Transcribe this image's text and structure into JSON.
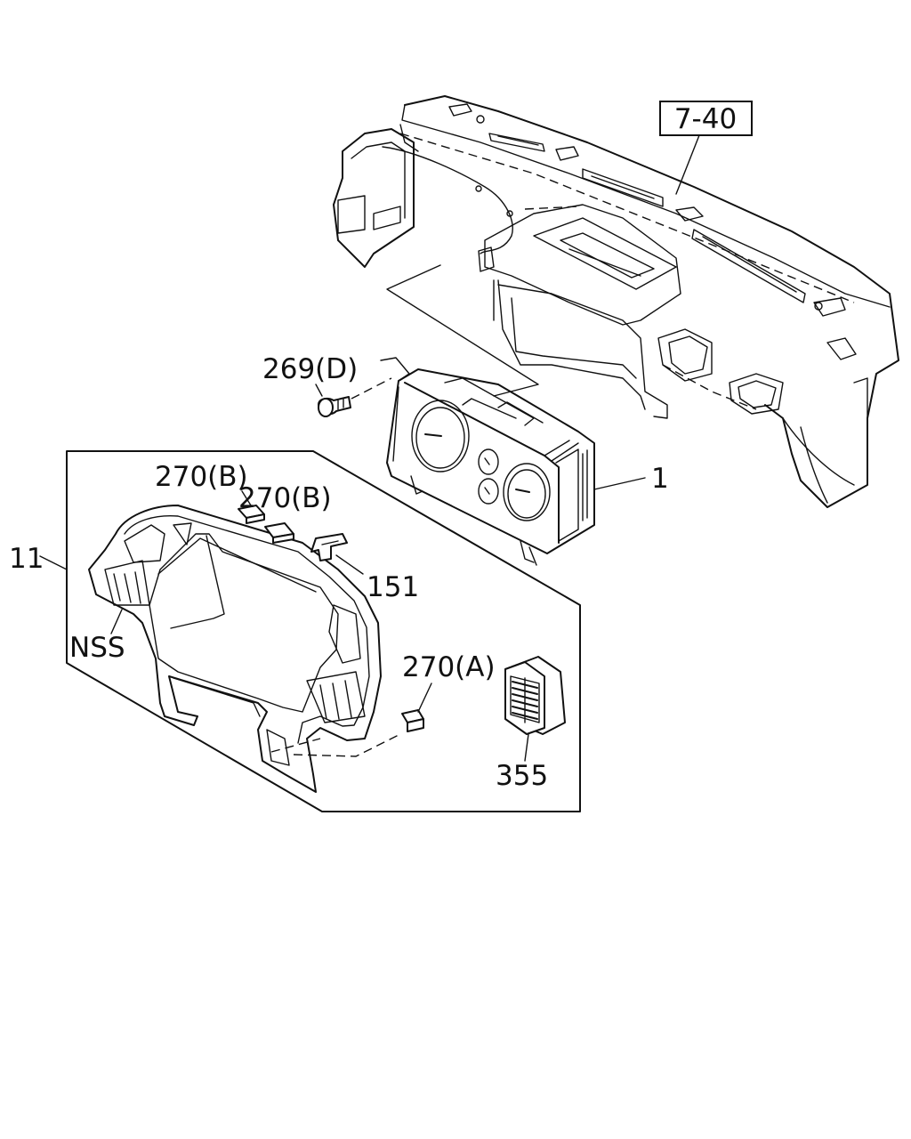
{
  "diagram": {
    "callouts": {
      "ref_7_40": "7-40",
      "p269": "269(D)",
      "p1": "1",
      "p270b_1": "270(B)",
      "p270b_2": "270(B)",
      "p151": "151",
      "p11": "11",
      "nss": "NSS",
      "p270a": "270(A)",
      "p355": "355"
    },
    "icons": {
      "dashboard": "dashboard-panel-icon",
      "cluster": "instrument-cluster-icon",
      "bezel": "cluster-bezel-icon",
      "vent": "air-vent-icon",
      "screw": "screw-icon",
      "clip": "clip-icon"
    }
  }
}
